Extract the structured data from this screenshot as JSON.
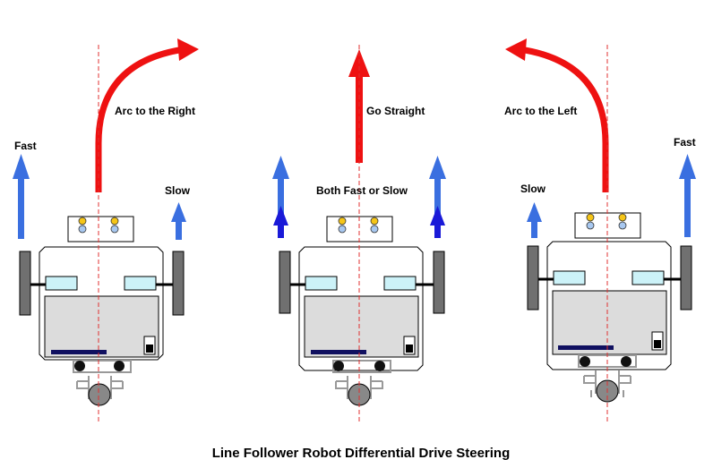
{
  "title": "Line Follower Robot Differential Drive Steering",
  "colors": {
    "path_arrow": "#ee1111",
    "fast_arrow": "#3a6fe0",
    "dark_arrow": "#1a1ad8",
    "center_line": "#e03030",
    "wheel": "#707070",
    "body_fill": "#ffffff",
    "battery_fill": "#dcdcdc",
    "motor_fill": "#ccf2f8",
    "pcb_bar": "#101060",
    "sensor_yellow": "#f5c518",
    "sensor_blue": "#a8c8f0"
  },
  "panels": [
    {
      "path_label": "Arc to the Right",
      "path_icon": "arc-right",
      "left_wheel_label": "Fast",
      "right_wheel_label": "Slow",
      "left_speed": "fast",
      "right_speed": "slow"
    },
    {
      "path_label": "Go Straight",
      "path_icon": "straight",
      "wheel_label": "Both Fast or Slow",
      "left_speed": "fast-or-slow",
      "right_speed": "fast-or-slow"
    },
    {
      "path_label": "Arc to the Left",
      "path_icon": "arc-left",
      "left_wheel_label": "Slow",
      "right_wheel_label": "Fast",
      "left_speed": "slow",
      "right_speed": "fast"
    }
  ]
}
